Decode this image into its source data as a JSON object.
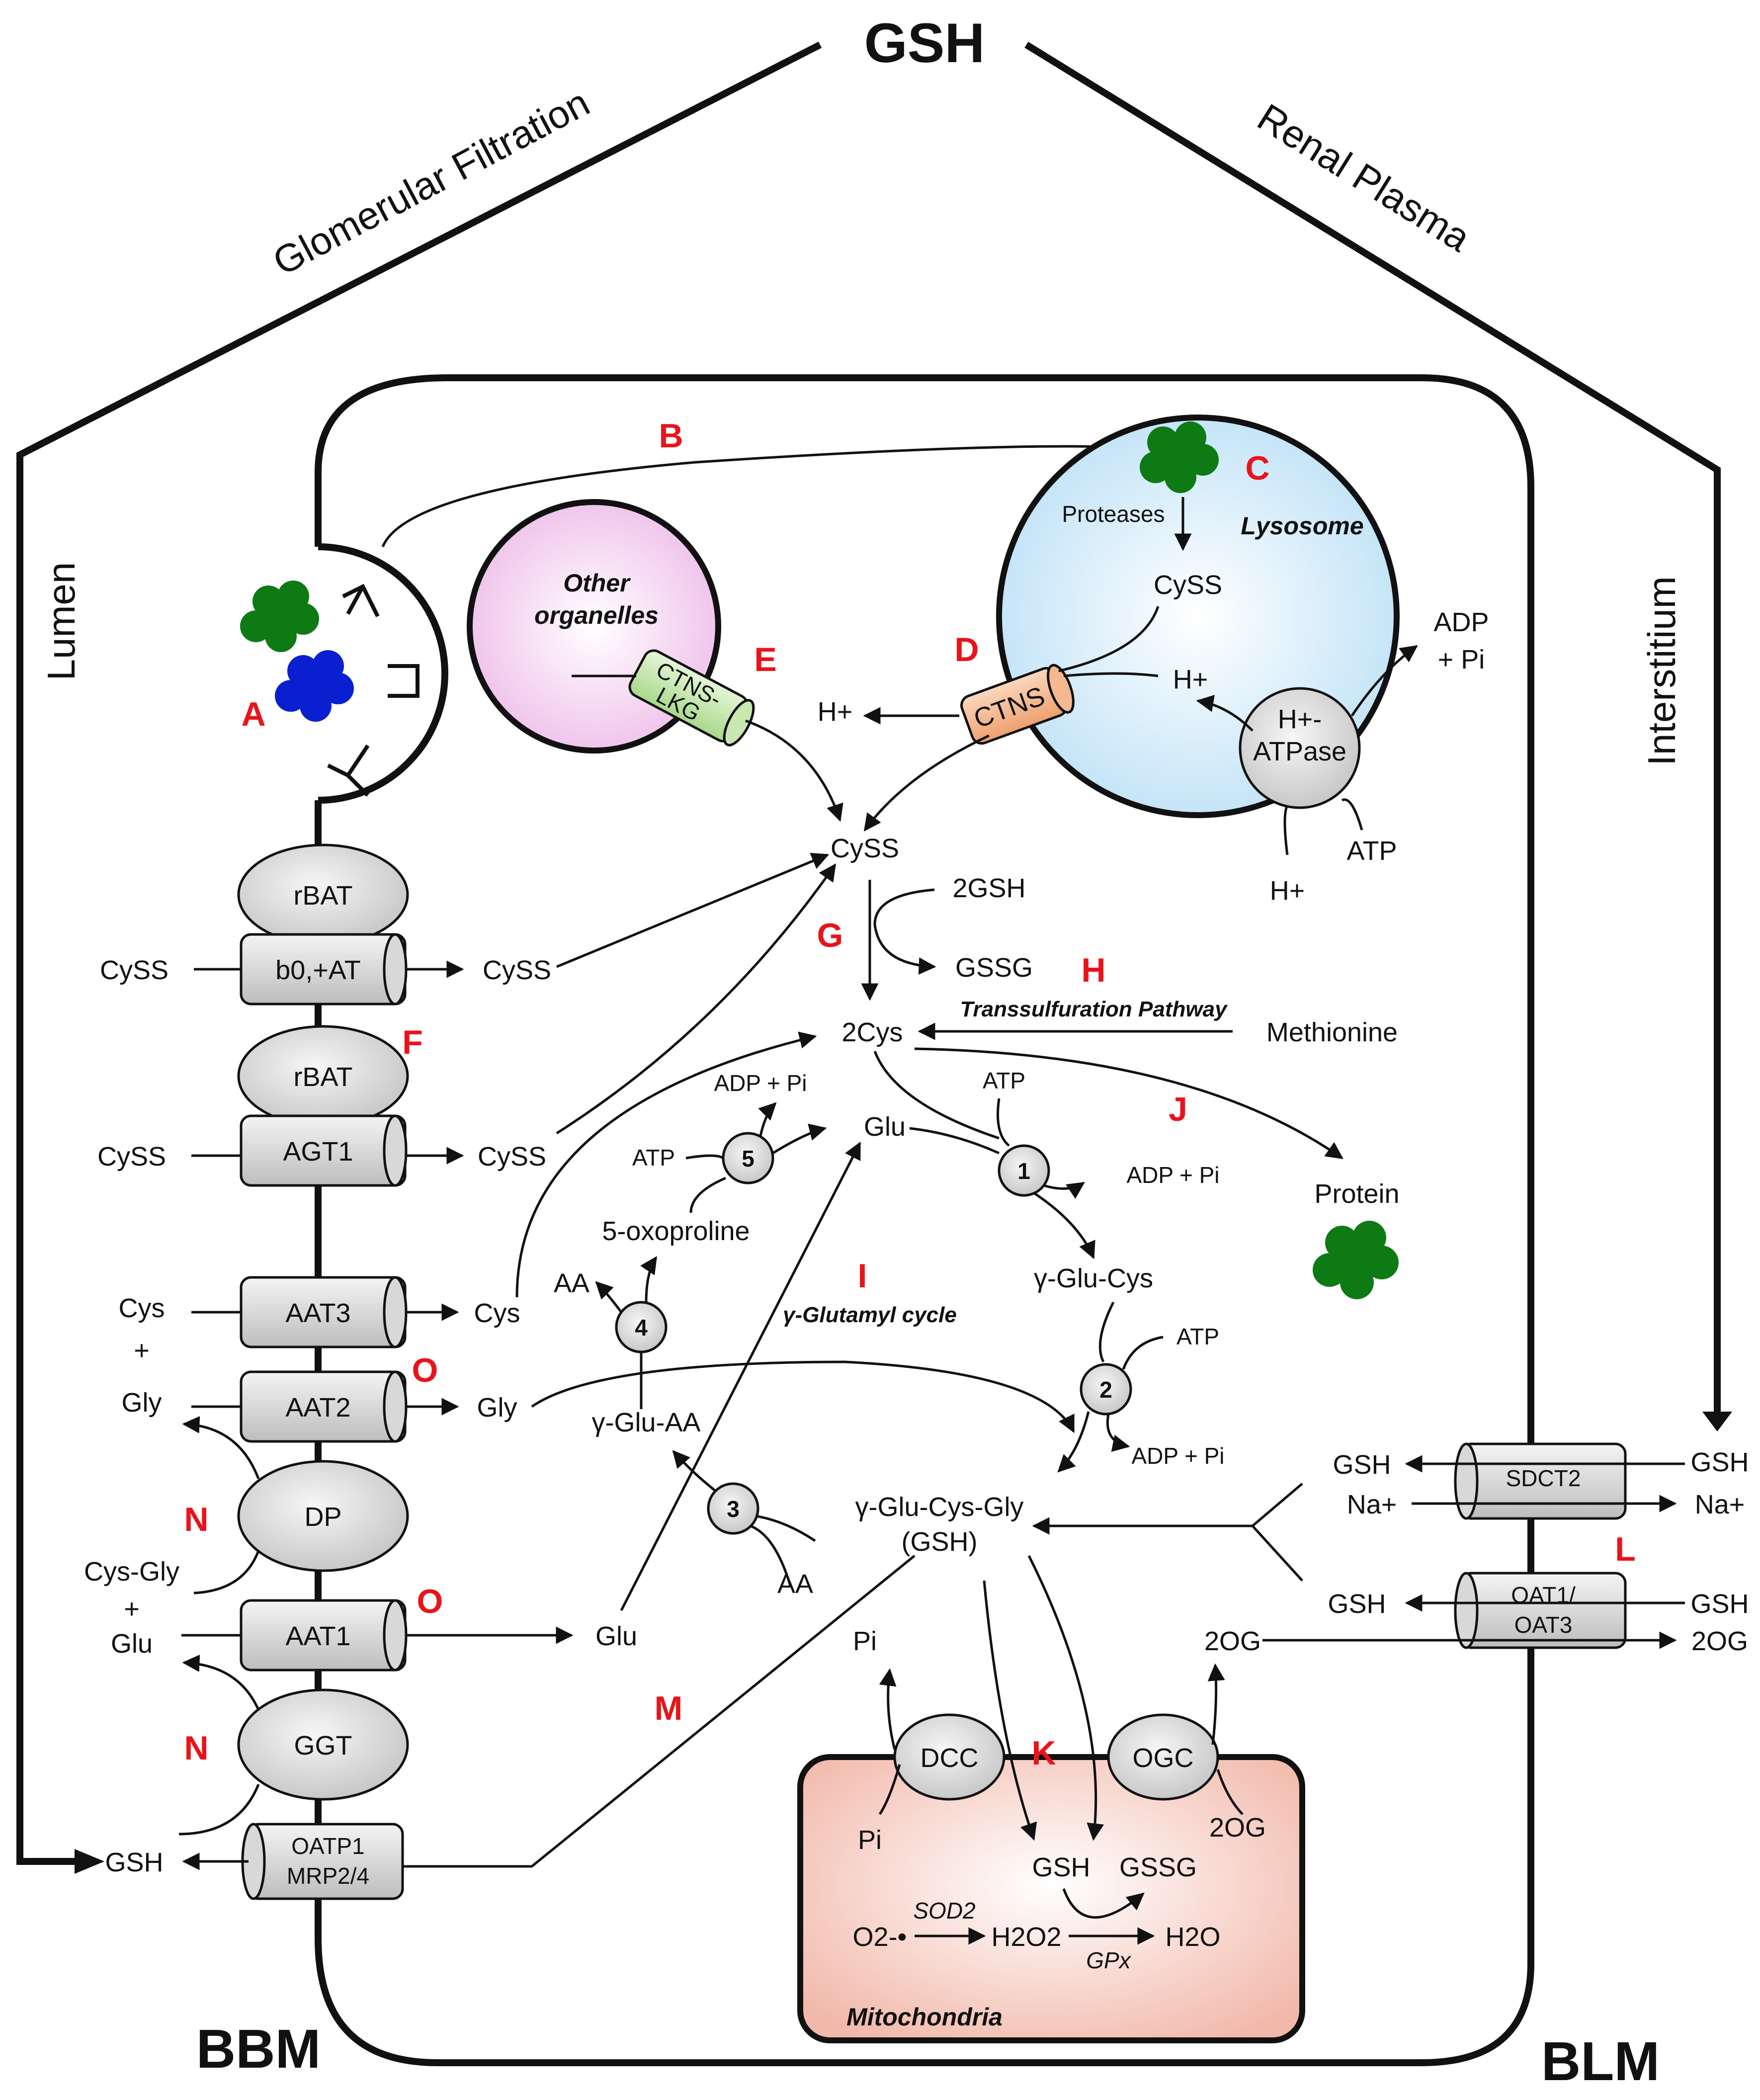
{
  "title": "GSH",
  "routes": {
    "filtration": "Glomerular Filtration",
    "plasma": "Renal Plasma"
  },
  "regions": {
    "lumen": "Lumen",
    "interstitium": "Interstitium",
    "bbm": "BBM",
    "blm": "BLM"
  },
  "organelles": {
    "lysosome": "Lysosome",
    "other": "Other organelles",
    "mitochondria": "Mitochondria"
  },
  "letters": {
    "A": "A",
    "B": "B",
    "C": "C",
    "D": "D",
    "E": "E",
    "F": "F",
    "G": "G",
    "H": "H",
    "I": "I",
    "J": "J",
    "K": "K",
    "L": "L",
    "M": "M",
    "N": "N",
    "O": "O"
  },
  "transporters": {
    "rbat1": "rBAT",
    "b0at": "b0,+AT",
    "rbat2": "rBAT",
    "agt1": "AGT1",
    "aat3": "AAT3",
    "aat2": "AAT2",
    "dp": "DP",
    "aat1": "AAT1",
    "ggt": "GGT",
    "oatp": "OATP1",
    "mrp": "MRP2/4",
    "sdct2": "SDCT2",
    "oat1": "OAT1/",
    "oat3": "OAT3",
    "ctns": "CTNS",
    "ctns_lkg_1": "CTNS-",
    "ctns_lkg_2": "LKG",
    "hatpase_1": "H+-",
    "hatpase_2": "ATPase",
    "dcc": "DCC",
    "ogc": "OGC"
  },
  "labels": {
    "cyss_l1": "CySS",
    "cyss_r1": "CySS",
    "cyss_l2": "CySS",
    "cyss_r2": "CySS",
    "cys_l": "Cys",
    "plus1": "+",
    "gly_l": "Gly",
    "cys_r": "Cys",
    "gly_r": "Gly",
    "cysgly": "Cys-Gly",
    "plus2": "+",
    "glu_l": "Glu",
    "glu_r": "Glu",
    "gsh_lumen": "GSH",
    "proteases": "Proteases",
    "cyss_lys": "CySS",
    "h_lys": "H+",
    "adp_lys": "ADP",
    "pi_lys": "+ Pi",
    "h_out": "H+",
    "atp_lys": "ATP",
    "h_bot": "H+",
    "cyss_center": "CySS",
    "gsh2": "2GSH",
    "gssg": "GSSG",
    "transsulf": "Transsulfuration Pathway",
    "methionine": "Methionine",
    "cys2": "2Cys",
    "adp5": "ADP + Pi",
    "atp1": "ATP",
    "glu_c": "Glu",
    "atp5": "ATP",
    "adp1": "ADP + Pi",
    "protein": "Protein",
    "oxoproline": "5-oxoproline",
    "aa4": "AA",
    "gglucys": "γ-Glu-Cys",
    "gcycle": "γ-Glutamyl cycle",
    "atp2": "ATP",
    "ggluaa": "γ-Glu-AA",
    "adp2": "ADP + Pi",
    "gsh_full": "γ-Glu-Cys-Gly",
    "gsh_paren": "(GSH)",
    "aa3": "AA",
    "gsh_s1": "GSH",
    "na_in": "Na+",
    "gsh_s2": "GSH",
    "na_out": "Na+",
    "gsh_o1": "GSH",
    "gsh_o2": "GSH",
    "og_in": "2OG",
    "og_out": "2OG",
    "pi_top": "Pi",
    "pi_bot": "Pi",
    "og_mito": "2OG",
    "gsh_mito": "GSH",
    "gssg_mito": "GSSG",
    "o2": "O2-•",
    "sod2": "SOD2",
    "h2o2": "H2O2",
    "gpx": "GPx",
    "h2o": "H2O"
  },
  "steps": [
    "1",
    "2",
    "3",
    "4",
    "5"
  ],
  "colors": {
    "letter": "#e8141b",
    "lysosome": "#cfe8f8",
    "other": "#f3c9ef",
    "mito": "#f6cbbf",
    "protein": "#0d7a14",
    "protein_lumen_blue": "#0a1fd0",
    "ctns": "#f4b990",
    "ctns_lkg": "#c9e8b0"
  }
}
